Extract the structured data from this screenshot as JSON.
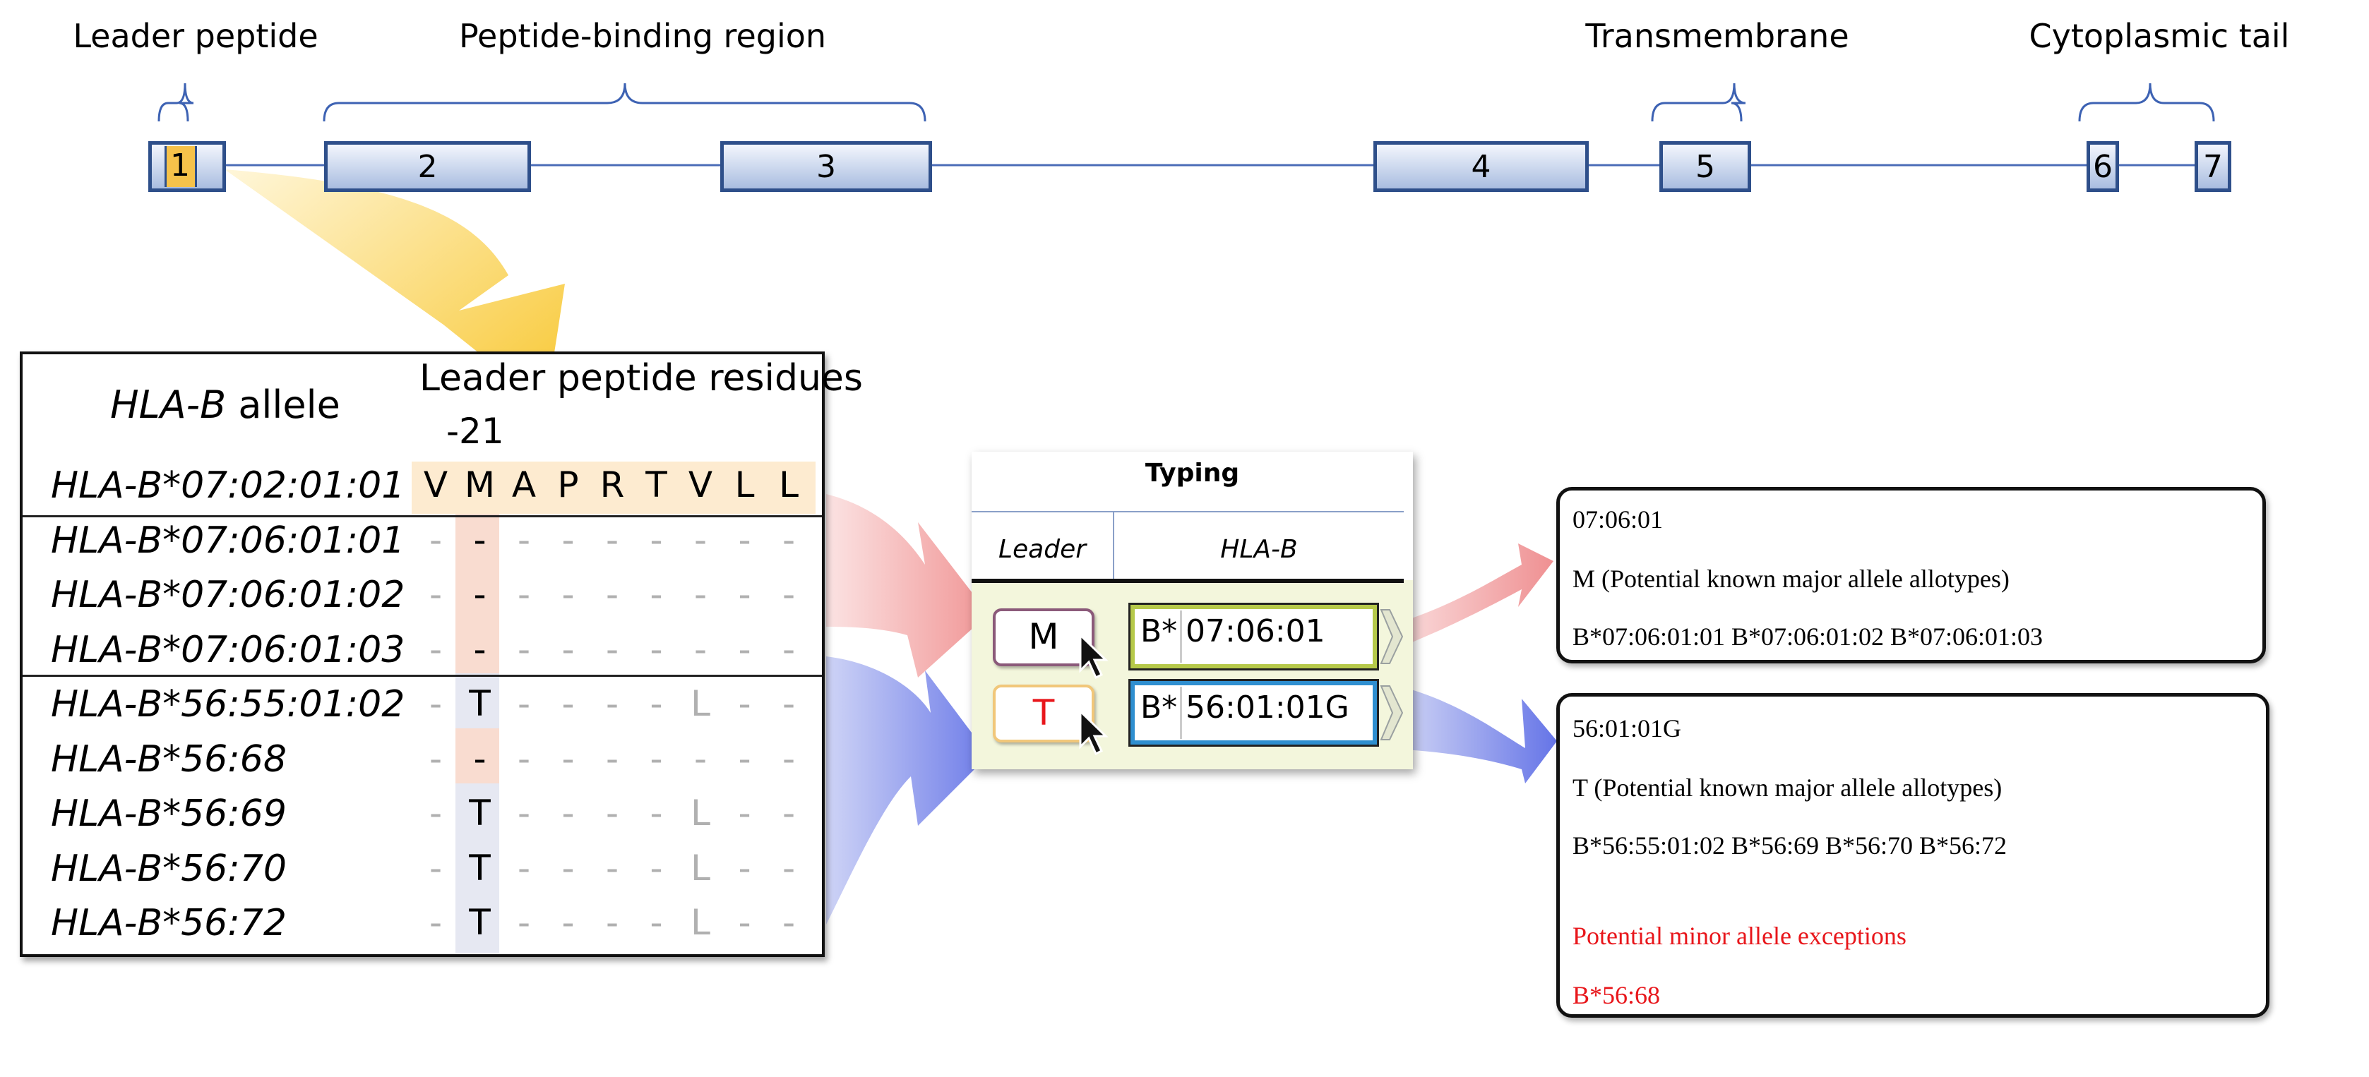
{
  "regions": {
    "leader": "Leader peptide",
    "binding": "Peptide-binding region",
    "transmembrane": "Transmembrane",
    "cytoplasmic": "Cytoplasmic tail"
  },
  "exons": [
    "1",
    "2",
    "3",
    "4",
    "5",
    "6",
    "7"
  ],
  "table": {
    "col_allele_prefix": "HLA-B",
    "col_allele_suffix": " allele",
    "col_residues": "Leader peptide residues",
    "position": "-21",
    "reference": {
      "name": "HLA-B*07:02:01:01",
      "residues": [
        "V",
        "M",
        "A",
        "P",
        "R",
        "T",
        "V",
        "L",
        "L"
      ]
    },
    "rows": [
      {
        "name": "HLA-B*07:06:01:01",
        "residues": [
          "-",
          "-",
          "-",
          "-",
          "-",
          "-",
          "-",
          "-",
          "-"
        ]
      },
      {
        "name": "HLA-B*07:06:01:02",
        "residues": [
          "-",
          "-",
          "-",
          "-",
          "-",
          "-",
          "-",
          "-",
          "-"
        ]
      },
      {
        "name": "HLA-B*07:06:01:03",
        "residues": [
          "-",
          "-",
          "-",
          "-",
          "-",
          "-",
          "-",
          "-",
          "-"
        ]
      },
      {
        "name": "HLA-B*56:55:01:02",
        "residues": [
          "-",
          "T",
          "-",
          "-",
          "-",
          "-",
          "L",
          "-",
          "-"
        ]
      },
      {
        "name": "HLA-B*56:68",
        "residues": [
          "-",
          "-",
          "-",
          "-",
          "-",
          "-",
          "-",
          "-",
          "-"
        ]
      },
      {
        "name": "HLA-B*56:69",
        "residues": [
          "-",
          "T",
          "-",
          "-",
          "-",
          "-",
          "L",
          "-",
          "-"
        ]
      },
      {
        "name": "HLA-B*56:70",
        "residues": [
          "-",
          "T",
          "-",
          "-",
          "-",
          "-",
          "L",
          "-",
          "-"
        ]
      },
      {
        "name": "HLA-B*56:72",
        "residues": [
          "-",
          "T",
          "-",
          "-",
          "-",
          "-",
          "L",
          "-",
          "-"
        ]
      }
    ]
  },
  "typing": {
    "title": "Typing",
    "col_leader": "Leader",
    "col_hlab": "HLA-B",
    "rows": [
      {
        "leader": "M",
        "prefix": "B*",
        "value": "07:06:01"
      },
      {
        "leader": "T",
        "prefix": "B*",
        "value": "56:01:01G"
      }
    ]
  },
  "results": [
    {
      "header": "07:06:01",
      "major_label": "M (Potential known major allele allotypes)",
      "major_alleles": "B*07:06:01:01 B*07:06:01:02 B*07:06:01:03"
    },
    {
      "header": "56:01:01G",
      "major_label": "T (Potential known major allele allotypes)",
      "major_alleles": "B*56:55:01:02 B*56:69 B*56:70 B*56:72",
      "minor_label": "Potential minor allele exceptions",
      "minor_alleles": "B*56:68"
    }
  ],
  "colors": {
    "exon_border": "#2e4f8a",
    "leader_highlight": "#f6c24a",
    "red_text": "#e8161b",
    "green_outline": "#b6c94a",
    "blue_outline": "#2f8fd0",
    "residue_bg": "#fdebd0",
    "red_bg": "#f9dcd0",
    "blue_bg": "#e6e8f2"
  }
}
